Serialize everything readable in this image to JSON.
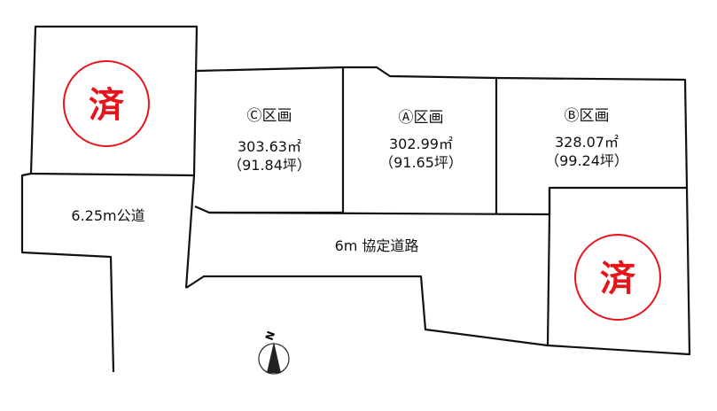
{
  "plot_map": {
    "lots": [
      {
        "id": "C",
        "name": "Ⓒ区画",
        "area_m2": "303.63㎡",
        "area_tsubo": "（91.84坪）"
      },
      {
        "id": "A",
        "name": "Ⓐ区画",
        "area_m2": "302.99㎡",
        "area_tsubo": "（91.65坪）"
      },
      {
        "id": "B",
        "name": "Ⓑ区画",
        "area_m2": "328.07㎡",
        "area_tsubo": "（99.24坪）"
      }
    ],
    "sold_marks": [
      "済",
      "済"
    ],
    "roads": {
      "public": "6.25m公道",
      "agreement": "6m 協定道路"
    },
    "north_label": "N",
    "colors": {
      "sold": "#e8141c",
      "line": "#111111"
    }
  }
}
